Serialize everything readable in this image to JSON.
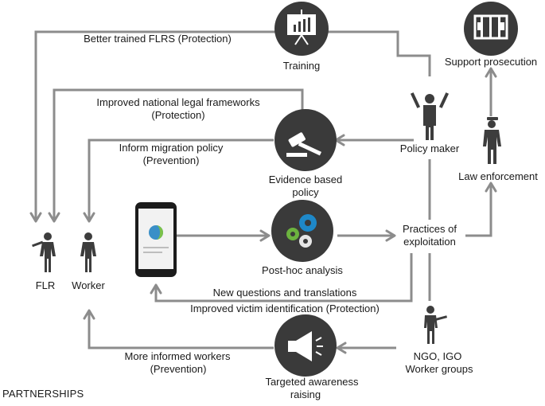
{
  "nodes": {
    "training": "Training",
    "support_prosecution": "Support prosecution",
    "policy_maker": "Policy maker",
    "evidence_policy": [
      "Evidence based",
      "policy"
    ],
    "law_enforcement": "Law enforcement",
    "post_hoc": "Post-hoc analysis",
    "practices": [
      "Practices of",
      "exploitation"
    ],
    "ngo": [
      "NGO, IGO",
      "Worker groups"
    ],
    "awareness": [
      "Targeted awareness",
      "raising"
    ],
    "flr": "FLR",
    "worker": "Worker"
  },
  "edges": {
    "better_trained": "Better trained FLRS (Protection)",
    "legal_frameworks": [
      "Improved national legal frameworks",
      "(Protection)"
    ],
    "migration_policy": [
      "Inform migration policy",
      "(Prevention)"
    ],
    "new_questions": "New questions and translations",
    "victim_id": "Improved victim identification (Protection)",
    "informed_workers": [
      "More informed workers",
      "(Prevention)"
    ]
  },
  "footer": "PARTNERSHIPS",
  "icons": {
    "training": "presentation-board-icon",
    "prosecution": "prison-bars-icon",
    "evidence": "gavel-icon",
    "post_hoc": "gears-icon",
    "awareness": "megaphone-icon",
    "device": "smartphone-icon"
  },
  "colors": {
    "arrow": "#8c8c8c",
    "icon_circle": "#3a3a3a",
    "gear_blue": "#1e88c8",
    "gear_green": "#6cb33f"
  }
}
